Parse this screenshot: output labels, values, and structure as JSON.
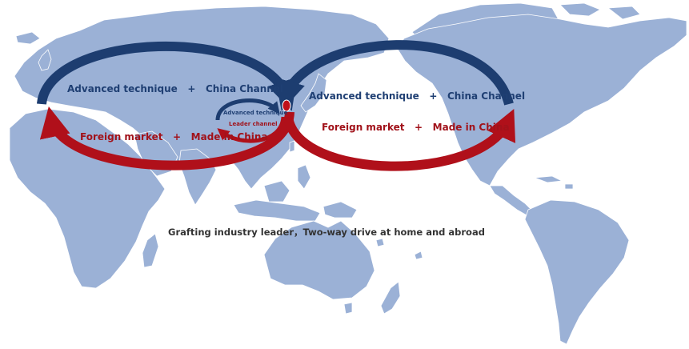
{
  "colors": {
    "land": "#9bb1d6",
    "blue_arrow": "#1d3d70",
    "red_arrow": "#b0101a",
    "blue_text": "#1f3f73",
    "red_text": "#a1121a",
    "caption": "#333333"
  },
  "left_loop": {
    "top_label": {
      "left": "Advanced technique",
      "sep": "+",
      "right": "China Channel"
    },
    "bottom_label": {
      "left": "Foreign market",
      "sep": "+",
      "right": "Made in China"
    }
  },
  "right_loop": {
    "top_label": {
      "left": "Advanced technique",
      "sep": "+",
      "right": "China Channel"
    },
    "bottom_label": {
      "left": "Foreign market",
      "sep": "+",
      "right": "Made in China"
    }
  },
  "inner_loop": {
    "top_label": "Advanced technique",
    "bottom_label": "Leader channel"
  },
  "caption": "Grafting industry leader，Two-way drive at home and abroad"
}
